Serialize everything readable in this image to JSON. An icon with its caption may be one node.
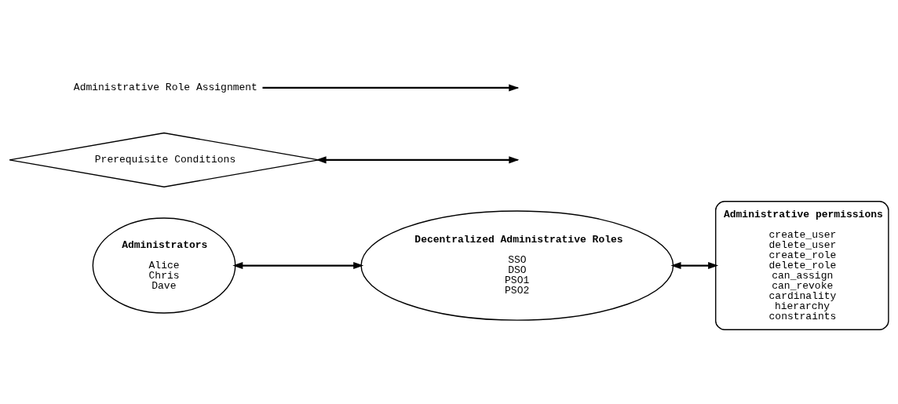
{
  "diagram": {
    "nodes": [
      {
        "text": [
          "Administrators",
          "Alice",
          "Chris",
          "Dave"
        ]
      },
      {
        "text": [
          "Decentralized Administrative Roles",
          "SSO",
          "DSO",
          "PSO1",
          "PSO2"
        ]
      },
      {
        "text": [
          "Administrative permissions",
          "create_user",
          "delete_user",
          "create_role",
          "delete_role",
          "can_assign",
          "can_revoke",
          "cardinality",
          "hierarchy",
          "constraints"
        ]
      },
      {
        "text": [
          "Prerequisite Conditions"
        ]
      },
      {
        "text": [
          "Administrative Role Assignment"
        ]
      }
    ],
    "edges": [
      {
        "from": 0,
        "to": 1,
        "arrow": "both"
      },
      {
        "from": 1,
        "to": 2,
        "arrow": "both"
      },
      {
        "from": 4,
        "to": null,
        "arrow": "to"
      },
      {
        "from": 3,
        "to": null,
        "arrow": "both"
      }
    ]
  }
}
